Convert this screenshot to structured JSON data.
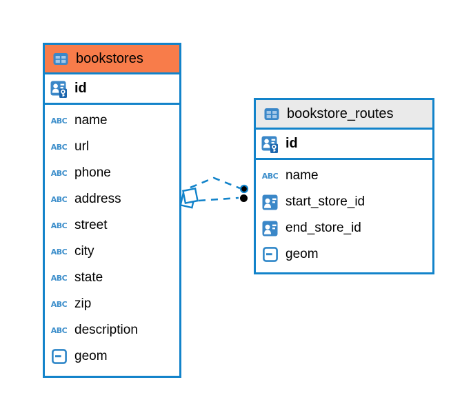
{
  "colors": {
    "table_border_blue": "#1283CA",
    "bookstores_header_orange": "#F87C4A",
    "routes_header_gray": "#EAEAEA",
    "icon_blue": "#3A87C8",
    "icon_cell_light_blue": "#A5C8E8",
    "key_patch_blue": "#1B66AE",
    "relationship_blue": "#1283CA",
    "endpoint_dot_black": "#000000",
    "text_black": "#000000"
  },
  "icons": {
    "text_type_label": "ABC"
  },
  "tables": [
    {
      "name": "bookstores",
      "primary_key": "id",
      "columns": [
        {
          "label": "name",
          "type": "text"
        },
        {
          "label": "url",
          "type": "text"
        },
        {
          "label": "phone",
          "type": "text"
        },
        {
          "label": "address",
          "type": "text"
        },
        {
          "label": "street",
          "type": "text"
        },
        {
          "label": "city",
          "type": "text"
        },
        {
          "label": "state",
          "type": "text"
        },
        {
          "label": "zip",
          "type": "text"
        },
        {
          "label": "description",
          "type": "text"
        },
        {
          "label": "geom",
          "type": "geometry"
        }
      ]
    },
    {
      "name": "bookstore_routes",
      "primary_key": "id",
      "columns": [
        {
          "label": "name",
          "type": "text"
        },
        {
          "label": "start_store_id",
          "type": "reference"
        },
        {
          "label": "end_store_id",
          "type": "reference"
        },
        {
          "label": "geom",
          "type": "geometry"
        }
      ]
    }
  ],
  "relationships": {
    "style": "dashed",
    "line_count": 2
  }
}
